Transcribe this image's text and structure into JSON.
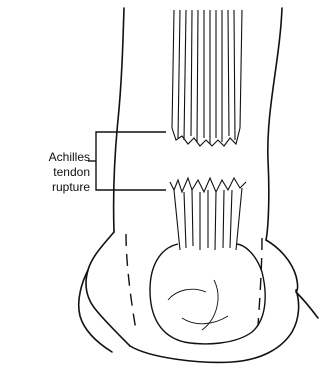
{
  "diagram": {
    "subject": "posterior view of lower leg and heel",
    "label_lines": [
      "Achilles",
      "tendon",
      "rupture"
    ],
    "colors": {
      "ink": "#111111",
      "background": "#ffffff"
    }
  }
}
